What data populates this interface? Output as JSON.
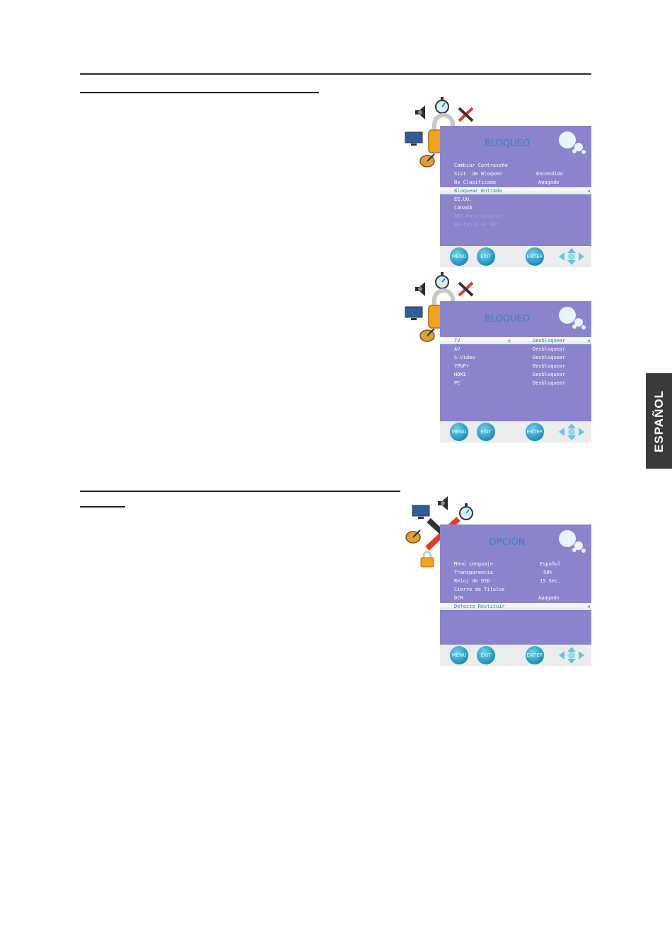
{
  "side_tab": {
    "label": "ESPAÑOL"
  },
  "screens": {
    "lock1": {
      "title": "BLOQUEO",
      "rows": [
        {
          "label": "Cambiar Contraseña",
          "value": ""
        },
        {
          "label": "Sist. de Bloqueo",
          "value": "Encendido"
        },
        {
          "label": "No Clasificada",
          "value": "Apagado"
        },
        {
          "label": "Bloquear Entrada",
          "value": ""
        },
        {
          "label": "EE.UU.",
          "value": ""
        },
        {
          "label": "Canadá",
          "value": ""
        },
        {
          "label": "RRT Para Ajustar",
          "value": ""
        },
        {
          "label": "Restaure el RRT",
          "value": ""
        }
      ]
    },
    "lock2": {
      "title": "BLOQUEO",
      "rows": [
        {
          "label": "TV",
          "value": "Desbloquear"
        },
        {
          "label": "AV",
          "value": "Desbloquear"
        },
        {
          "label": "S-Video",
          "value": "Desbloquear"
        },
        {
          "label": "YPbPr",
          "value": "Desbloquear"
        },
        {
          "label": "HDMI",
          "value": "Desbloquear"
        },
        {
          "label": "PC",
          "value": "Desbloquear"
        }
      ]
    },
    "option": {
      "title": "OPCIÓN",
      "rows": [
        {
          "label": "Menú Lenguaje",
          "value": "Español"
        },
        {
          "label": "Transparencia",
          "value": "50%"
        },
        {
          "label": "Reloj de OSD",
          "value": "15 Sec."
        },
        {
          "label": "Cierre de Títulos",
          "value": ""
        },
        {
          "label": "DCR",
          "value": "Apagado"
        },
        {
          "label": "Defecto Restituir",
          "value": ""
        }
      ]
    }
  },
  "footer_buttons": {
    "menu": "MENU",
    "exit": "EXIT",
    "enter": "ENTER"
  },
  "colors": {
    "panel": "#8b83cc",
    "title": "#2e84c6",
    "lock": "#f4a21c",
    "button": "#1c8fb8"
  }
}
